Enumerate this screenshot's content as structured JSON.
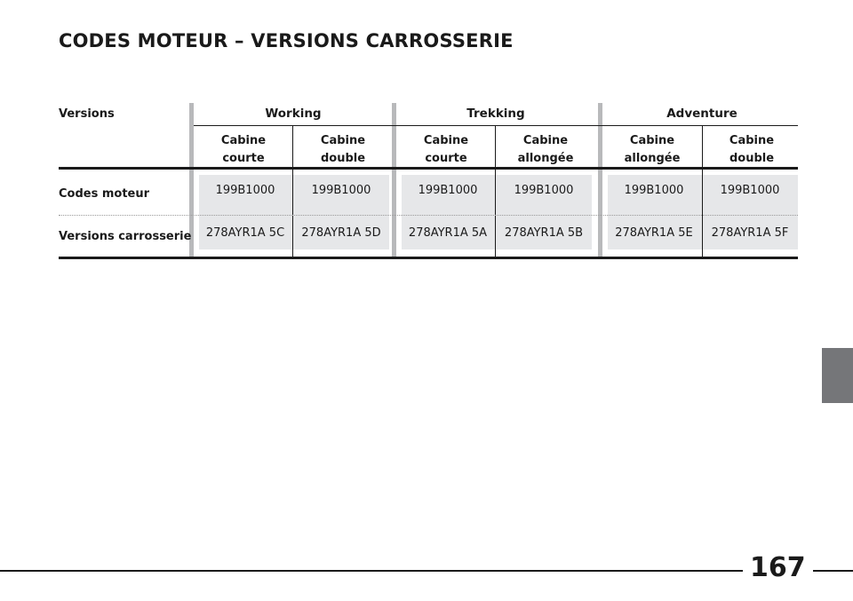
{
  "page": {
    "title": "CODES MOTEUR – VERSIONS CARROSSERIE",
    "page_number": "167"
  },
  "table": {
    "row_labels": {
      "versions": "Versions",
      "codes_moteur": "Codes moteur",
      "versions_carrosserie": "Versions carrosserie"
    },
    "groups": [
      {
        "name": "Working",
        "columns": [
          {
            "line1": "Cabine",
            "line2": "courte",
            "code_moteur": "199B1000",
            "version_carrosserie": "278AYR1A 5C"
          },
          {
            "line1": "Cabine",
            "line2": "double",
            "code_moteur": "199B1000",
            "version_carrosserie": "278AYR1A 5D"
          }
        ]
      },
      {
        "name": "Trekking",
        "columns": [
          {
            "line1": "Cabine",
            "line2": "courte",
            "code_moteur": "199B1000",
            "version_carrosserie": "278AYR1A 5A"
          },
          {
            "line1": "Cabine",
            "line2": "allongée",
            "code_moteur": "199B1000",
            "version_carrosserie": "278AYR1A 5B"
          }
        ]
      },
      {
        "name": "Adventure",
        "columns": [
          {
            "line1": "Cabine",
            "line2": "allongée",
            "code_moteur": "199B1000",
            "version_carrosserie": "278AYR1A 5E"
          },
          {
            "line1": "Cabine",
            "line2": "double",
            "code_moteur": "199B1000",
            "version_carrosserie": "278AYR1A 5F"
          }
        ]
      }
    ]
  },
  "colors": {
    "cell_shade": "#e6e7e9",
    "group_bar": "#b8b9bb",
    "side_tab": "#757679"
  }
}
